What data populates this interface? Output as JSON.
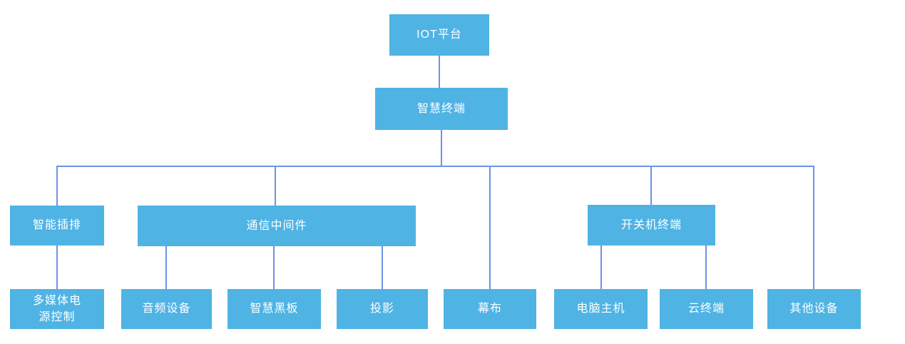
{
  "diagram": {
    "nodes": {
      "iot_platform": {
        "label": "IOT平台"
      },
      "smart_terminal": {
        "label": "智慧终端"
      },
      "smart_power_strip": {
        "label": "智能插排"
      },
      "comm_middleware": {
        "label": "通信中间件"
      },
      "switch_terminal": {
        "label": "开关机终端"
      },
      "multimedia_power_control": {
        "label": "多媒体电源控制"
      },
      "audio_device": {
        "label": "音频设备"
      },
      "smart_blackboard": {
        "label": "智慧黑板"
      },
      "projector": {
        "label": "投影"
      },
      "screen_curtain": {
        "label": "幕布"
      },
      "computer_host": {
        "label": "电脑主机"
      },
      "cloud_terminal": {
        "label": "云终端"
      },
      "other_devices": {
        "label": "其他设备"
      }
    },
    "hierarchy": {
      "IOT平台": [
        "智慧终端"
      ],
      "智慧终端": [
        "智能插排",
        "通信中间件",
        "幕布",
        "开关机终端",
        "其他设备"
      ],
      "智能插排": [
        "多媒体电源控制"
      ],
      "通信中间件": [
        "音频设备",
        "智慧黑板",
        "投影"
      ],
      "开关机终端": [
        "电脑主机",
        "云终端"
      ]
    },
    "colors": {
      "node_fill": "#4FB3E4",
      "node_text": "#FFFFFF",
      "connector": "#6C93E6",
      "background": "#FFFFFF"
    }
  }
}
